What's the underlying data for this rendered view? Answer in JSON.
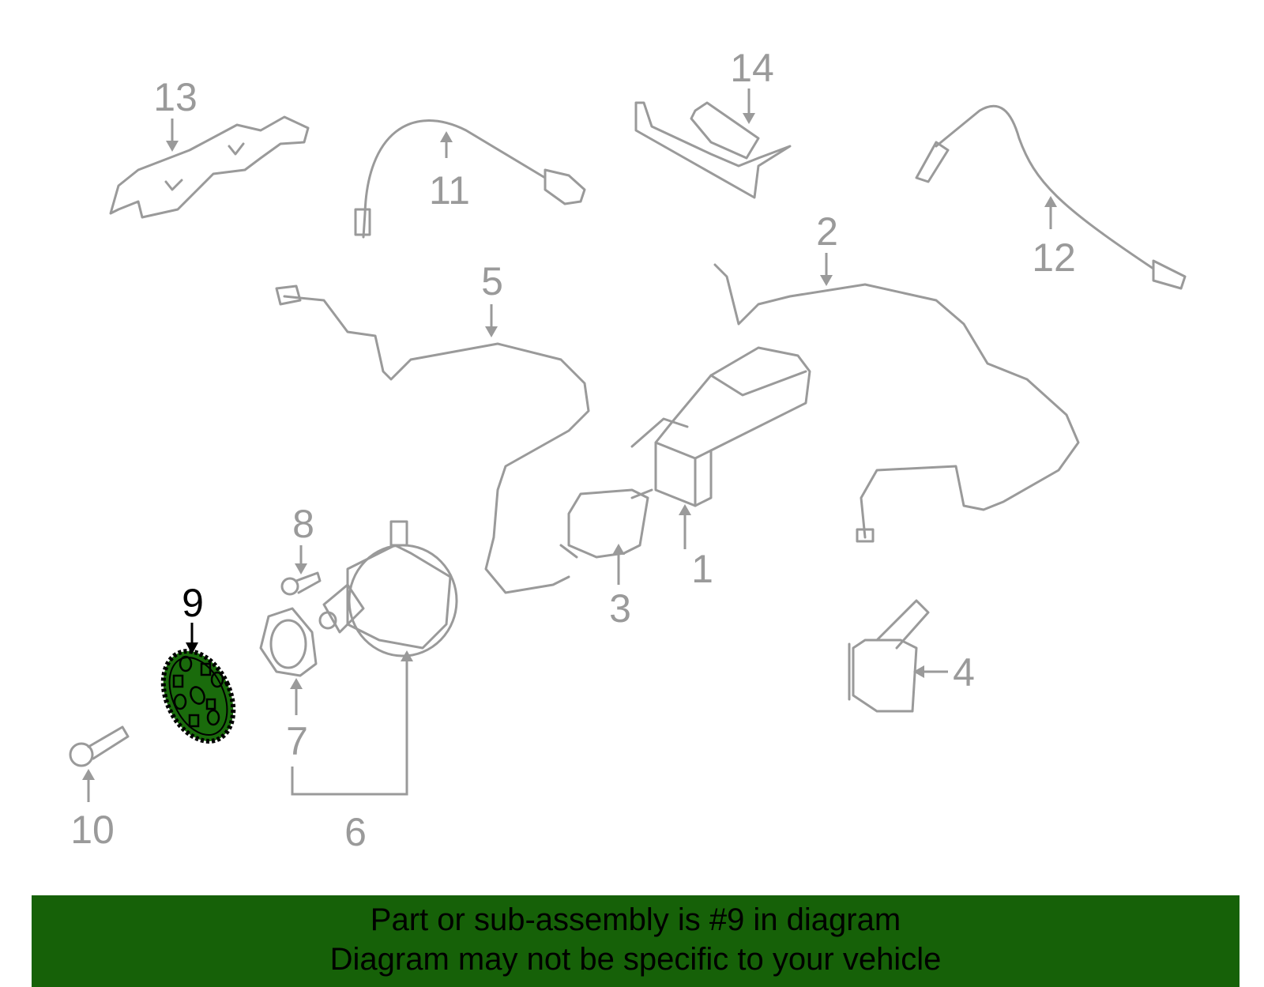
{
  "diagram": {
    "highlighted_part": "9",
    "highlight_color": "#1a6b0c",
    "line_color": "#9a9a9a",
    "callouts": [
      "1",
      "2",
      "3",
      "4",
      "5",
      "6",
      "7",
      "8",
      "9",
      "10",
      "11",
      "12",
      "13",
      "14"
    ]
  },
  "banner": {
    "line1": "Part or sub-assembly is #9 in diagram",
    "line2": "Diagram may not be specific to your vehicle",
    "color": "#166108"
  }
}
